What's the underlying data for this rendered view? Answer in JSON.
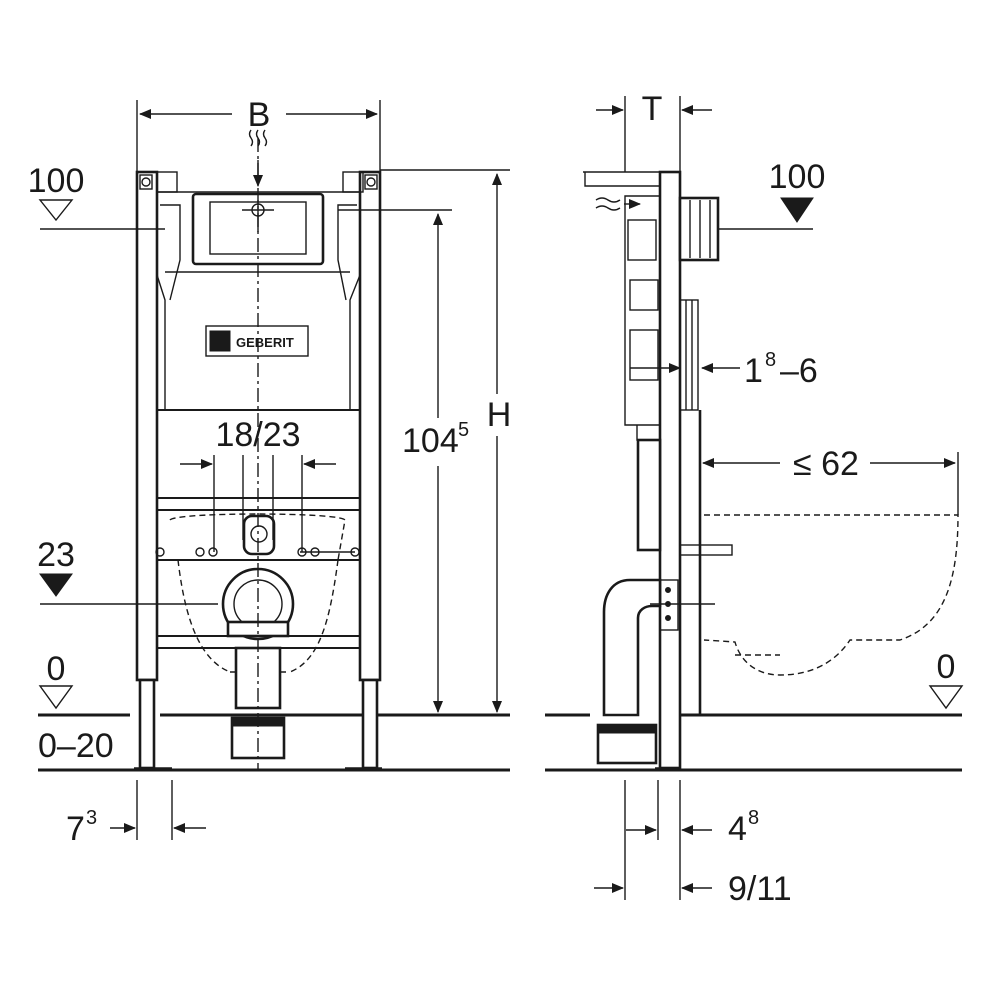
{
  "labels": {
    "width": "B",
    "depth": "T",
    "height": "H",
    "flush_level_front": "100",
    "flush_level_side": "100",
    "actuation_height": "104",
    "actuation_height_sup": "5",
    "inlet_spacing": "18/23",
    "outlet_level": "23",
    "floor_level_front": "0",
    "floor_level_side": "0",
    "floor_adjust": "0–20",
    "foot_offset_main": "7",
    "foot_offset_sup": "3",
    "wall_adjust_main": "1",
    "wall_adjust_sup": "8",
    "wall_adjust_end": "–6",
    "pan_depth": "≤ 62",
    "frame_depth_main": "4",
    "frame_depth_sup": "8",
    "install_depth": "9/11",
    "brand": "GEBERIT"
  }
}
